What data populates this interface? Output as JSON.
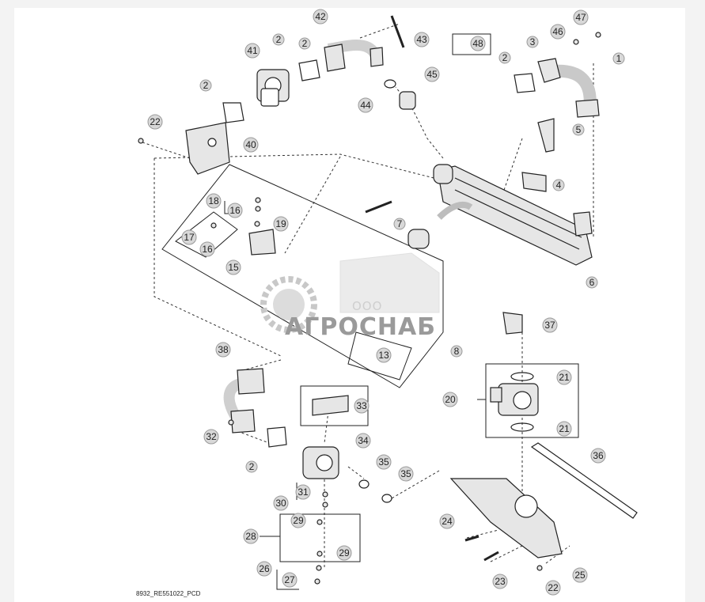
{
  "watermark": {
    "sub": "ООО",
    "main": "АГРОСНАБ"
  },
  "caption": "8932_RE551022_PCD",
  "callouts": [
    "42",
    "43",
    "47",
    "46",
    "48",
    "41",
    "2",
    "2",
    "3",
    "2",
    "1",
    "45",
    "44",
    "2",
    "5",
    "22",
    "40",
    "4",
    "18",
    "16",
    "19",
    "7",
    "17",
    "16",
    "15",
    "6",
    "8",
    "13",
    "37",
    "38",
    "20",
    "21",
    "21",
    "33",
    "34",
    "32",
    "2",
    "35",
    "35",
    "36",
    "31",
    "30",
    "29",
    "28",
    "29",
    "24",
    "26",
    "27",
    "25",
    "23",
    "22"
  ]
}
